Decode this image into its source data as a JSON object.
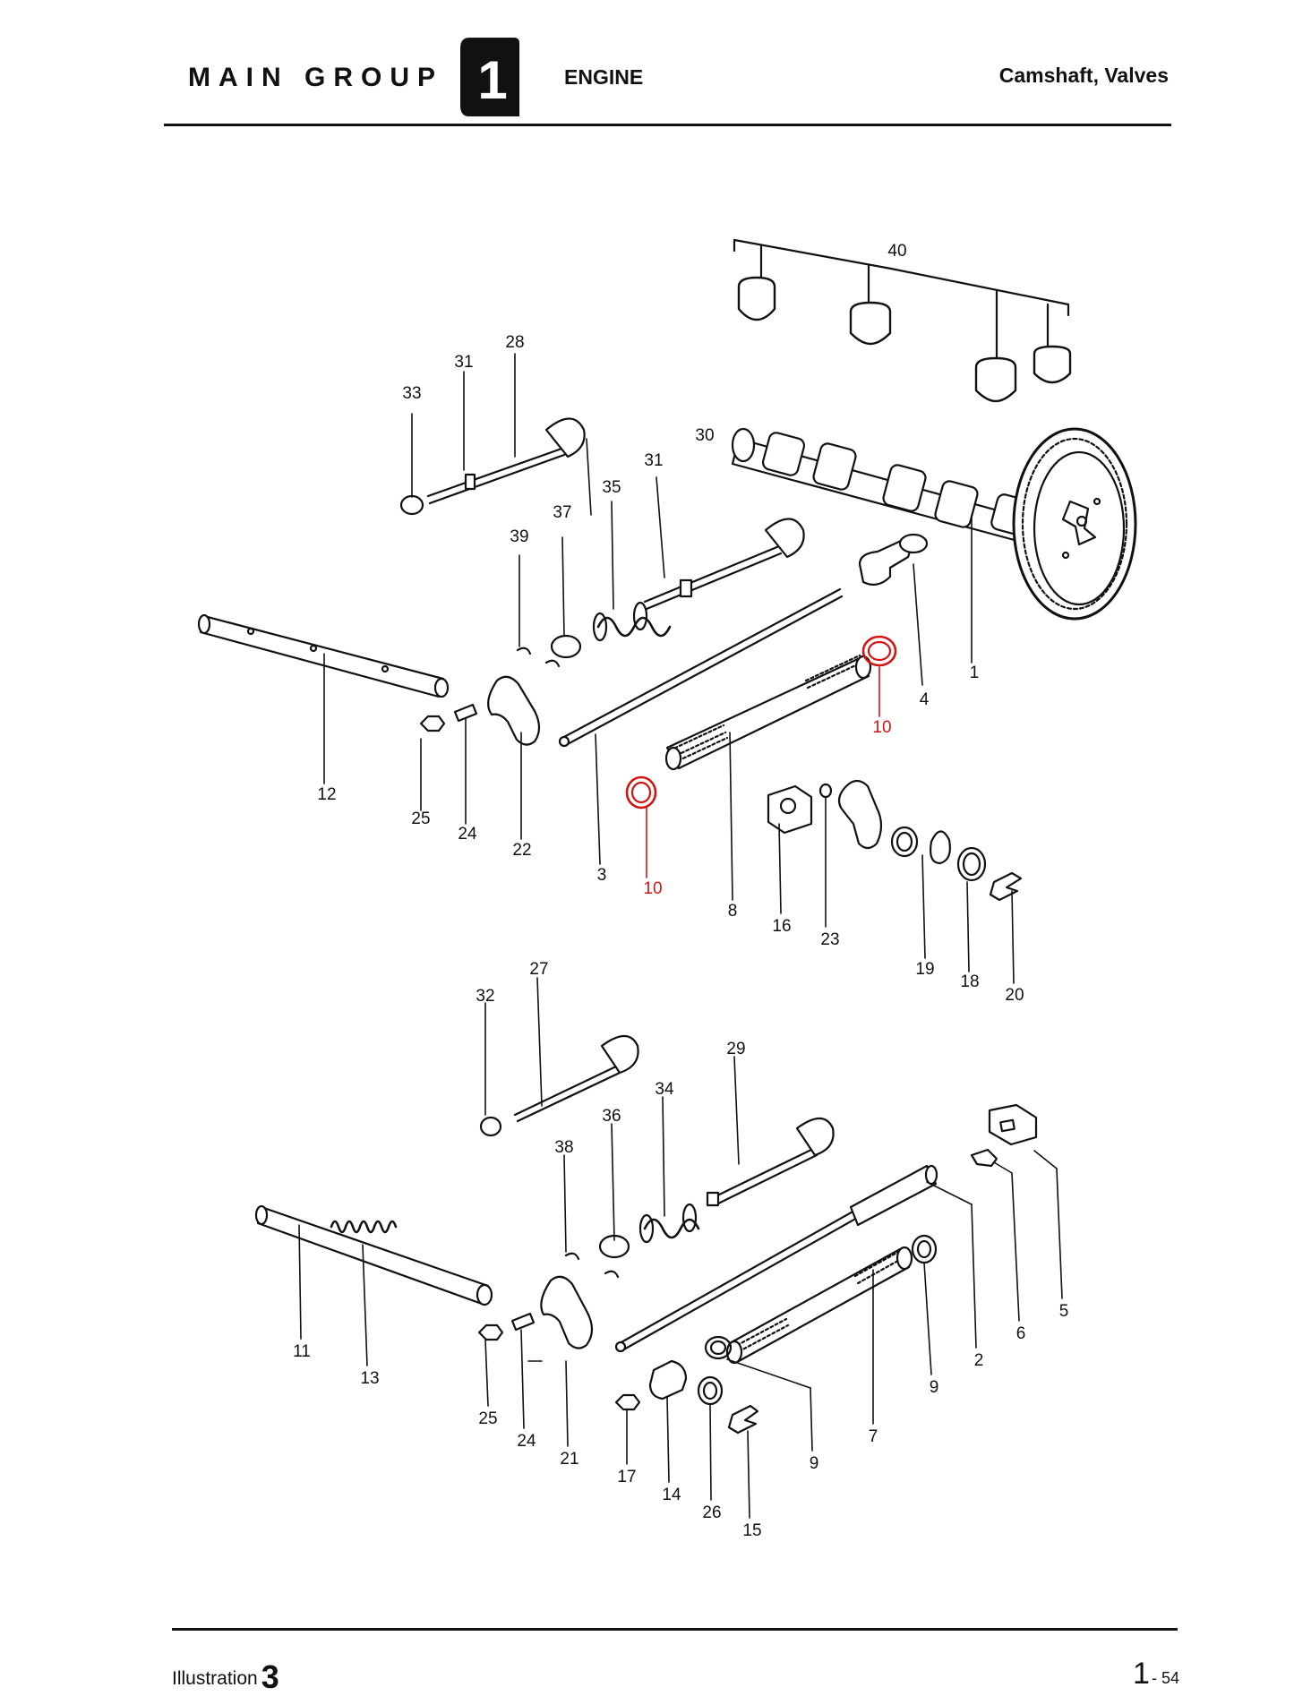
{
  "header": {
    "main_group": "MAIN GROUP",
    "group_number": "1",
    "group_name": "ENGINE",
    "section_title": "Camshaft, Valves"
  },
  "callouts": {
    "c1": "1",
    "c2": "2",
    "c3": "3",
    "c4": "4",
    "c5": "5",
    "c6": "6",
    "c7": "7",
    "c8": "8",
    "c9": "9",
    "c9b": "9",
    "c10": "10",
    "c10b": "10",
    "c11": "11",
    "c12": "12",
    "c13": "13",
    "c14": "14",
    "c15": "15",
    "c16": "16",
    "c17": "17",
    "c18": "18",
    "c19": "19",
    "c20": "20",
    "c21": "21",
    "c22": "22",
    "c23": "23",
    "c24": "24",
    "c24b": "24",
    "c25": "25",
    "c25b": "25",
    "c26": "26",
    "c27": "27",
    "c28": "28",
    "c29": "29",
    "c30": "30",
    "c31": "31",
    "c31b": "31",
    "c32": "32",
    "c33": "33",
    "c34": "34",
    "c35": "35",
    "c36": "36",
    "c37": "37",
    "c38": "38",
    "c39": "39",
    "c40": "40"
  },
  "colors": {
    "ink": "#111111",
    "highlight": "#d11414"
  },
  "footer": {
    "illustration_label": "Illustration",
    "illustration_number": "3",
    "page_major": "1",
    "page_minor": "- 54"
  }
}
